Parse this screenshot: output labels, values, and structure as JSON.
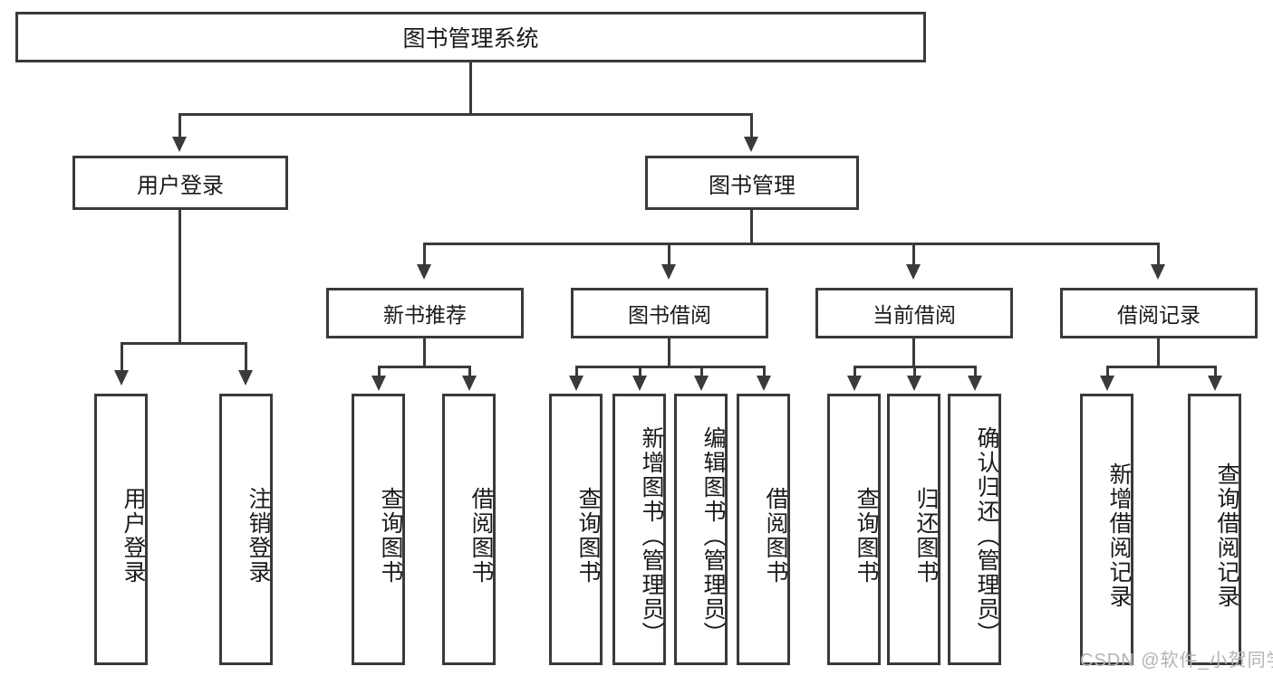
{
  "diagram": {
    "title": "图书管理系统",
    "root": {
      "label": "图书管理系统"
    },
    "level1": [
      {
        "label": "用户登录"
      },
      {
        "label": "图书管理"
      }
    ],
    "level2": [
      {
        "label": "新书推荐"
      },
      {
        "label": "图书借阅"
      },
      {
        "label": "当前借阅"
      },
      {
        "label": "借阅记录"
      }
    ],
    "leaves": {
      "user_login": [
        {
          "label": "用户登录"
        },
        {
          "label": "注销登录"
        }
      ],
      "new_book_recommend": [
        {
          "label": "查询图书"
        },
        {
          "label": "借阅图书"
        }
      ],
      "book_borrow": [
        {
          "label": "查询图书"
        },
        {
          "label": "新增图书（管理员）"
        },
        {
          "label": "编辑图书（管理员）"
        },
        {
          "label": "借阅图书"
        }
      ],
      "current_borrow": [
        {
          "label": "查询图书"
        },
        {
          "label": "归还图书"
        },
        {
          "label": "确认归还（管理员）"
        }
      ],
      "borrow_record": [
        {
          "label": "新增借阅记录"
        },
        {
          "label": "查询借阅记录"
        }
      ]
    }
  },
  "watermark": {
    "text": "CSDN @软件_小贺同学"
  },
  "colors": {
    "stroke": "#3a3a3a",
    "background": "#ffffff",
    "text": "#1a1a1a",
    "watermark": "#b3b3b3"
  }
}
